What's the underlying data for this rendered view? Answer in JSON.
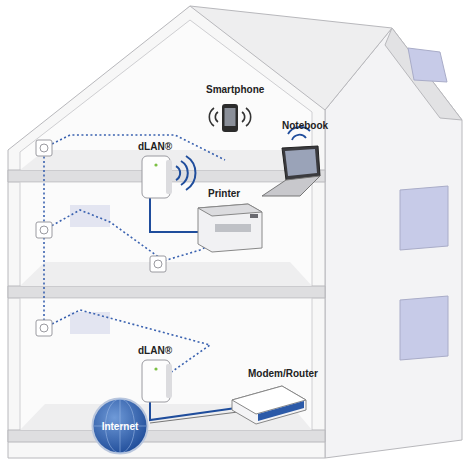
{
  "diagram": {
    "nodes": [
      {
        "text": [
          "Internet"
        ]
      }
    ],
    "edges": [],
    "labels": [
      "Smartphone",
      "Notebook",
      "dLAN®",
      "Printer",
      "dLAN®",
      "Modem/Router"
    ]
  }
}
